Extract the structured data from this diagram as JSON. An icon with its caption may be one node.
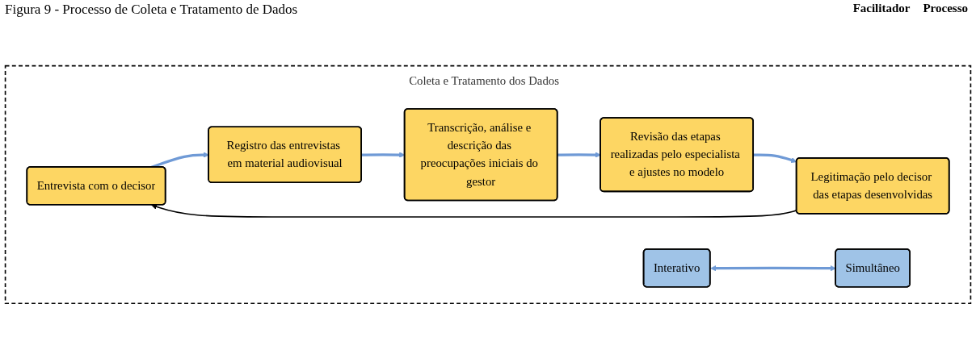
{
  "diagram": {
    "caption": "Figura 9 - Processo de Coleta e Tratamento de Dados",
    "nodes": [
      {
        "text": [
          "Coleta e Tratamento dos Dados"
        ]
      },
      {
        "text": [
          "Entrevista com o decisor"
        ],
        "in": 0
      },
      {
        "text": [
          "Registro das entrevistas em material audiovisual"
        ],
        "in": 0
      },
      {
        "text": [
          "Transcrição, análise e descrição das preocupações iniciais do gestor"
        ],
        "in": 0
      },
      {
        "text": [
          "Revisão das etapas realizadas pelo especialista e ajustes no modelo"
        ],
        "in": 0
      },
      {
        "text": [
          "Legitimação pelo decisor das etapas desenvolvidas"
        ],
        "in": 0
      },
      {
        "text": [
          "Interativo"
        ],
        "in": 0
      },
      {
        "text": [
          "Simultâneo"
        ],
        "in": 0
      }
    ],
    "edges": [
      {
        "from": 1,
        "to": 2,
        "arrow": "to"
      },
      {
        "from": 2,
        "to": 3,
        "arrow": "to"
      },
      {
        "from": 3,
        "to": 4,
        "arrow": "to"
      },
      {
        "from": 4,
        "to": 5,
        "arrow": "to"
      },
      {
        "from": 5,
        "to": 1,
        "arrow": "to",
        "color": "#000000"
      },
      {
        "from": 6,
        "to": 7,
        "arrow": "both"
      }
    ],
    "labels": [
      "Facilitador",
      "Processo"
    ]
  }
}
